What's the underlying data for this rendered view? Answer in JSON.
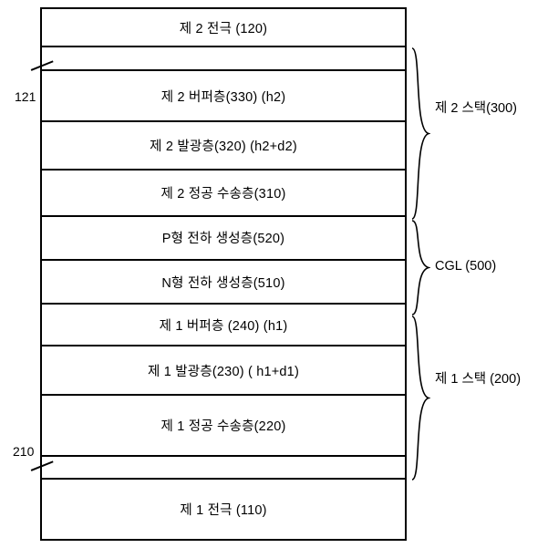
{
  "diagram": {
    "layers": [
      {
        "id": "second-electrode",
        "label": "제 2 전극 (120)",
        "height": 46
      },
      {
        "id": "gap-121",
        "label": "",
        "height": 28
      },
      {
        "id": "second-buffer",
        "label": "제 2 버퍼층(330) (h2)",
        "height": 61
      },
      {
        "id": "second-emission",
        "label": "제 2 발광층(320) (h2+d2)",
        "height": 57
      },
      {
        "id": "second-hole-transport",
        "label": "제 2 정공 수송층(310)",
        "height": 55
      },
      {
        "id": "p-type-charge-generation",
        "label": "P형 전하 생성층(520)",
        "height": 53
      },
      {
        "id": "n-type-charge-generation",
        "label": "N형 전하 생성층(510)",
        "height": 52
      },
      {
        "id": "first-buffer",
        "label": "제 1 버퍼층 (240) (h1)",
        "height": 50
      },
      {
        "id": "first-emission",
        "label": "제 1 발광층(230) ( h1+d1)",
        "height": 58
      },
      {
        "id": "first-hole-transport",
        "label": "제 1 정공 수송층(220)",
        "height": 73
      },
      {
        "id": "gap-210",
        "label": "",
        "height": 27
      },
      {
        "id": "first-electrode",
        "label": "제 1 전극 (110)",
        "height": 71
      }
    ],
    "callouts": [
      {
        "id": "callout-121",
        "label": "121"
      },
      {
        "id": "callout-210",
        "label": "210"
      }
    ],
    "braces": [
      {
        "id": "brace-second-stack",
        "label": "제 2 스택(300)"
      },
      {
        "id": "brace-cgl",
        "label": "CGL (500)"
      },
      {
        "id": "brace-first-stack",
        "label": "제 1 스택 (200)"
      }
    ]
  }
}
